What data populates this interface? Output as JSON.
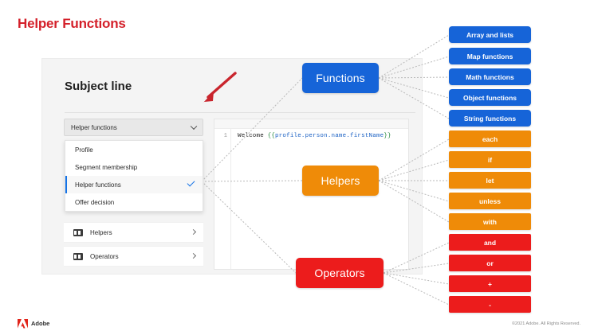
{
  "slide": {
    "title": "Helper Functions"
  },
  "app": {
    "panel_title": "Subject line",
    "select": {
      "value": "Helper functions",
      "chevron_icon": "chevron-down-icon"
    },
    "dropdown": {
      "items": [
        {
          "label": "Profile",
          "selected": false
        },
        {
          "label": "Segment membership",
          "selected": false
        },
        {
          "label": "Helper functions",
          "selected": true
        },
        {
          "label": "Offer decision",
          "selected": false
        }
      ],
      "check_icon": "check-icon"
    },
    "tree": [
      {
        "label": "Helpers",
        "icon": "folder-icon",
        "chevron": "chevron-right-icon"
      },
      {
        "label": "Operators",
        "icon": "folder-icon",
        "chevron": "chevron-right-icon"
      }
    ],
    "editor": {
      "line_number": "1",
      "code_prefix": "Welcome ",
      "code_brace_open": "{{",
      "code_path": "profile.person.name.firstName",
      "code_brace_close": "}}"
    },
    "annotation_icon": "red-arrow-icon"
  },
  "diagram": {
    "nodes": [
      {
        "label": "Functions",
        "color": "#1664d8"
      },
      {
        "label": "Helpers",
        "color": "#ef8b08"
      },
      {
        "label": "Operators",
        "color": "#ec1c1c"
      }
    ],
    "functions_chips": [
      "Array and lists",
      "Map functions",
      "Math functions",
      "Object functions",
      "String functions"
    ],
    "helpers_chips": [
      "each",
      "if",
      "let",
      "unless",
      "with"
    ],
    "operators_chips": [
      "and",
      "or",
      "+",
      "-"
    ]
  },
  "footer": {
    "brand": "Adobe",
    "copyright": "©2021 Adobe. All Rights Reserved."
  },
  "colors": {
    "title_red": "#d4202a",
    "blue": "#1664d8",
    "orange": "#ef8b08",
    "red": "#ec1c1c",
    "accent_select": "#1473e6"
  }
}
